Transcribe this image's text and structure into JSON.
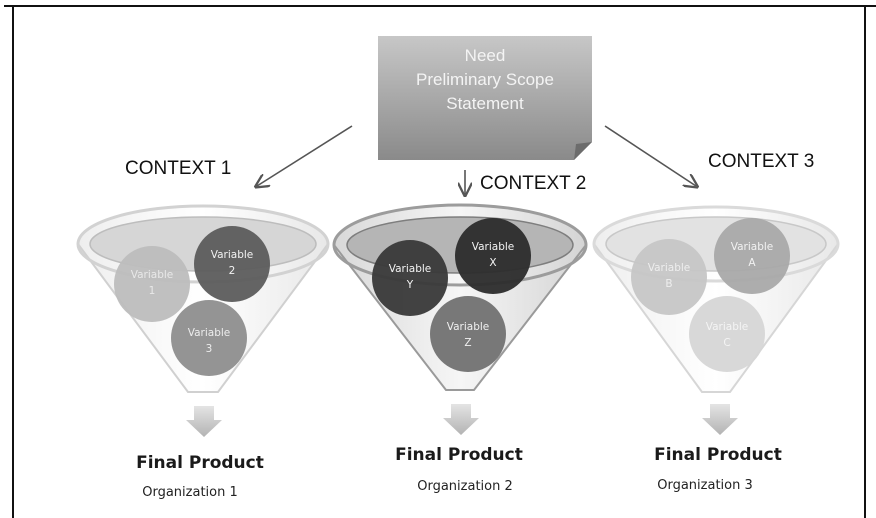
{
  "scope_note": {
    "lines": [
      "Need",
      "Preliminary Scope",
      "Statement"
    ]
  },
  "contexts": [
    {
      "label": "CONTEXT 1",
      "final_product": "Final Product",
      "organization": "Organization 1",
      "variables": [
        {
          "line1": "Variable",
          "line2": "1",
          "fill": "#bdbdbd",
          "text_color": "#e8e8e8"
        },
        {
          "line1": "Variable",
          "line2": "2",
          "fill": "#5c5c5c",
          "text_color": "#f2f2f2"
        },
        {
          "line1": "Variable",
          "line2": "3",
          "fill": "#8e8e8e",
          "text_color": "#ededed"
        }
      ]
    },
    {
      "label": "CONTEXT 2",
      "final_product": "Final Product",
      "organization": "Organization 2",
      "variables": [
        {
          "line1": "Variable",
          "line2": "Y",
          "fill": "#3a3a3a",
          "text_color": "#f4f4f4"
        },
        {
          "line1": "Variable",
          "line2": "X",
          "fill": "#2e2e2e",
          "text_color": "#f4f4f4"
        },
        {
          "line1": "Variable",
          "line2": "Z",
          "fill": "#727272",
          "text_color": "#f0f0f0"
        }
      ]
    },
    {
      "label": "CONTEXT 3",
      "final_product": "Final Product",
      "organization": "Organization 3",
      "variables": [
        {
          "line1": "Variable",
          "line2": "B",
          "fill": "#c6c6c6",
          "text_color": "#eeeeee"
        },
        {
          "line1": "Variable",
          "line2": "A",
          "fill": "#a9a9a9",
          "text_color": "#f2f2f2"
        },
        {
          "line1": "Variable",
          "line2": "C",
          "fill": "#d6d6d6",
          "text_color": "#f4f4f4"
        }
      ]
    }
  ]
}
